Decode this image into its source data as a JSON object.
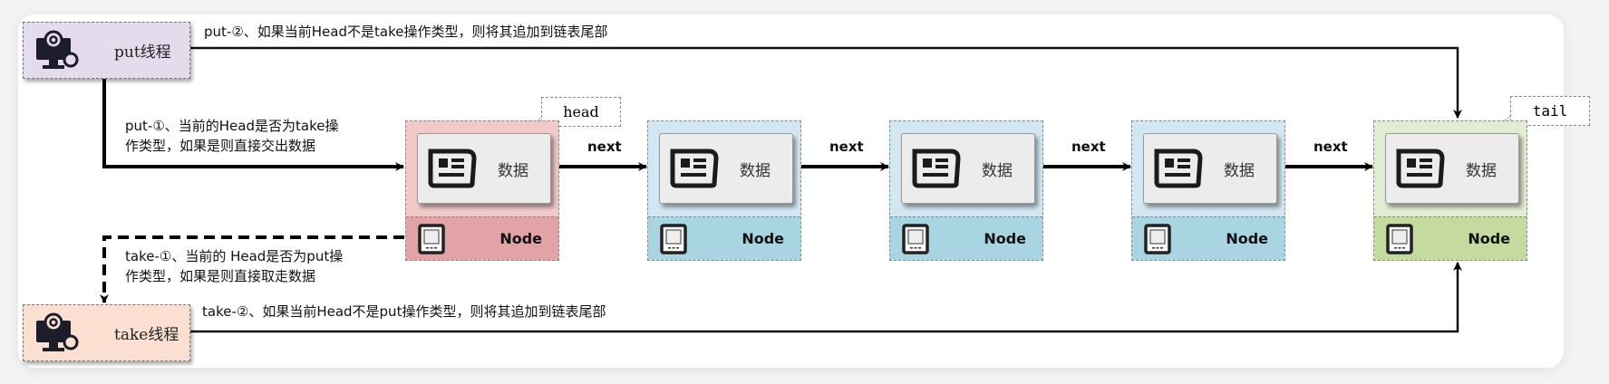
{
  "threads": {
    "put": {
      "label": "put线程",
      "icon": "monitor-gear-icon",
      "color": "#e4dcec"
    },
    "take": {
      "label": "take线程",
      "icon": "monitor-gear-icon",
      "color": "#fbe0d2"
    }
  },
  "annotations": {
    "put_2": "put-②、如果当前Head不是take操作类型，则将其追加到链表尾部",
    "put_1_line1": "put-①、当前的Head是否为take操",
    "put_1_line2": "作类型，如果是则直接交出数据",
    "take_1_line1": "take-①、当前的 Head是否为put操",
    "take_1_line2": "作类型，如果是则直接取走数据",
    "take_2": "take-②、如果当前Head不是put操作类型，则将其追加到链表尾部"
  },
  "callouts": {
    "head": "head",
    "tail": "tail"
  },
  "nodes": [
    {
      "data_label": "数据",
      "node_label": "Node",
      "theme": "red"
    },
    {
      "data_label": "数据",
      "node_label": "Node",
      "theme": "blue"
    },
    {
      "data_label": "数据",
      "node_label": "Node",
      "theme": "blue"
    },
    {
      "data_label": "数据",
      "node_label": "Node",
      "theme": "blue"
    },
    {
      "data_label": "数据",
      "node_label": "Node",
      "theme": "green"
    }
  ],
  "links": [
    "next",
    "next",
    "next",
    "next"
  ],
  "colors": {
    "red_body": "#f1c9c9",
    "red_foot": "#e2a3a6",
    "blue_body": "#d2e7f1",
    "blue_foot": "#a9d4e2",
    "green_body": "#e2ecd2",
    "green_foot": "#c5da9f"
  }
}
